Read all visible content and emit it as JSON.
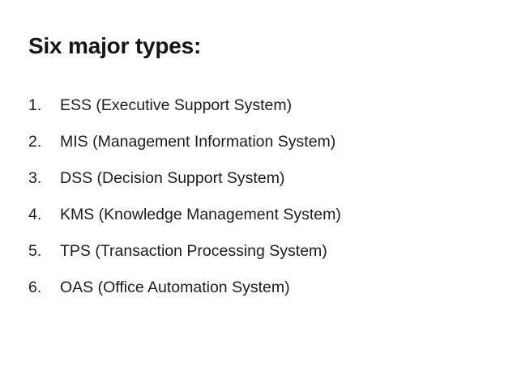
{
  "slide": {
    "title": "Six major types:",
    "background_color": "#ffffff",
    "text_color": "#1c1c1c",
    "items": [
      {
        "number": "1.",
        "text": "ESS (Executive Support System)"
      },
      {
        "number": "2.",
        "text": "MIS (Management Information System)"
      },
      {
        "number": "3.",
        "text": "DSS (Decision Support System)"
      },
      {
        "number": "4.",
        "text": "KMS (Knowledge Management System)"
      },
      {
        "number": "5.",
        "text": "TPS (Transaction Processing System)"
      },
      {
        "number": "6.",
        "text": "OAS (Office Automation System)"
      }
    ]
  }
}
